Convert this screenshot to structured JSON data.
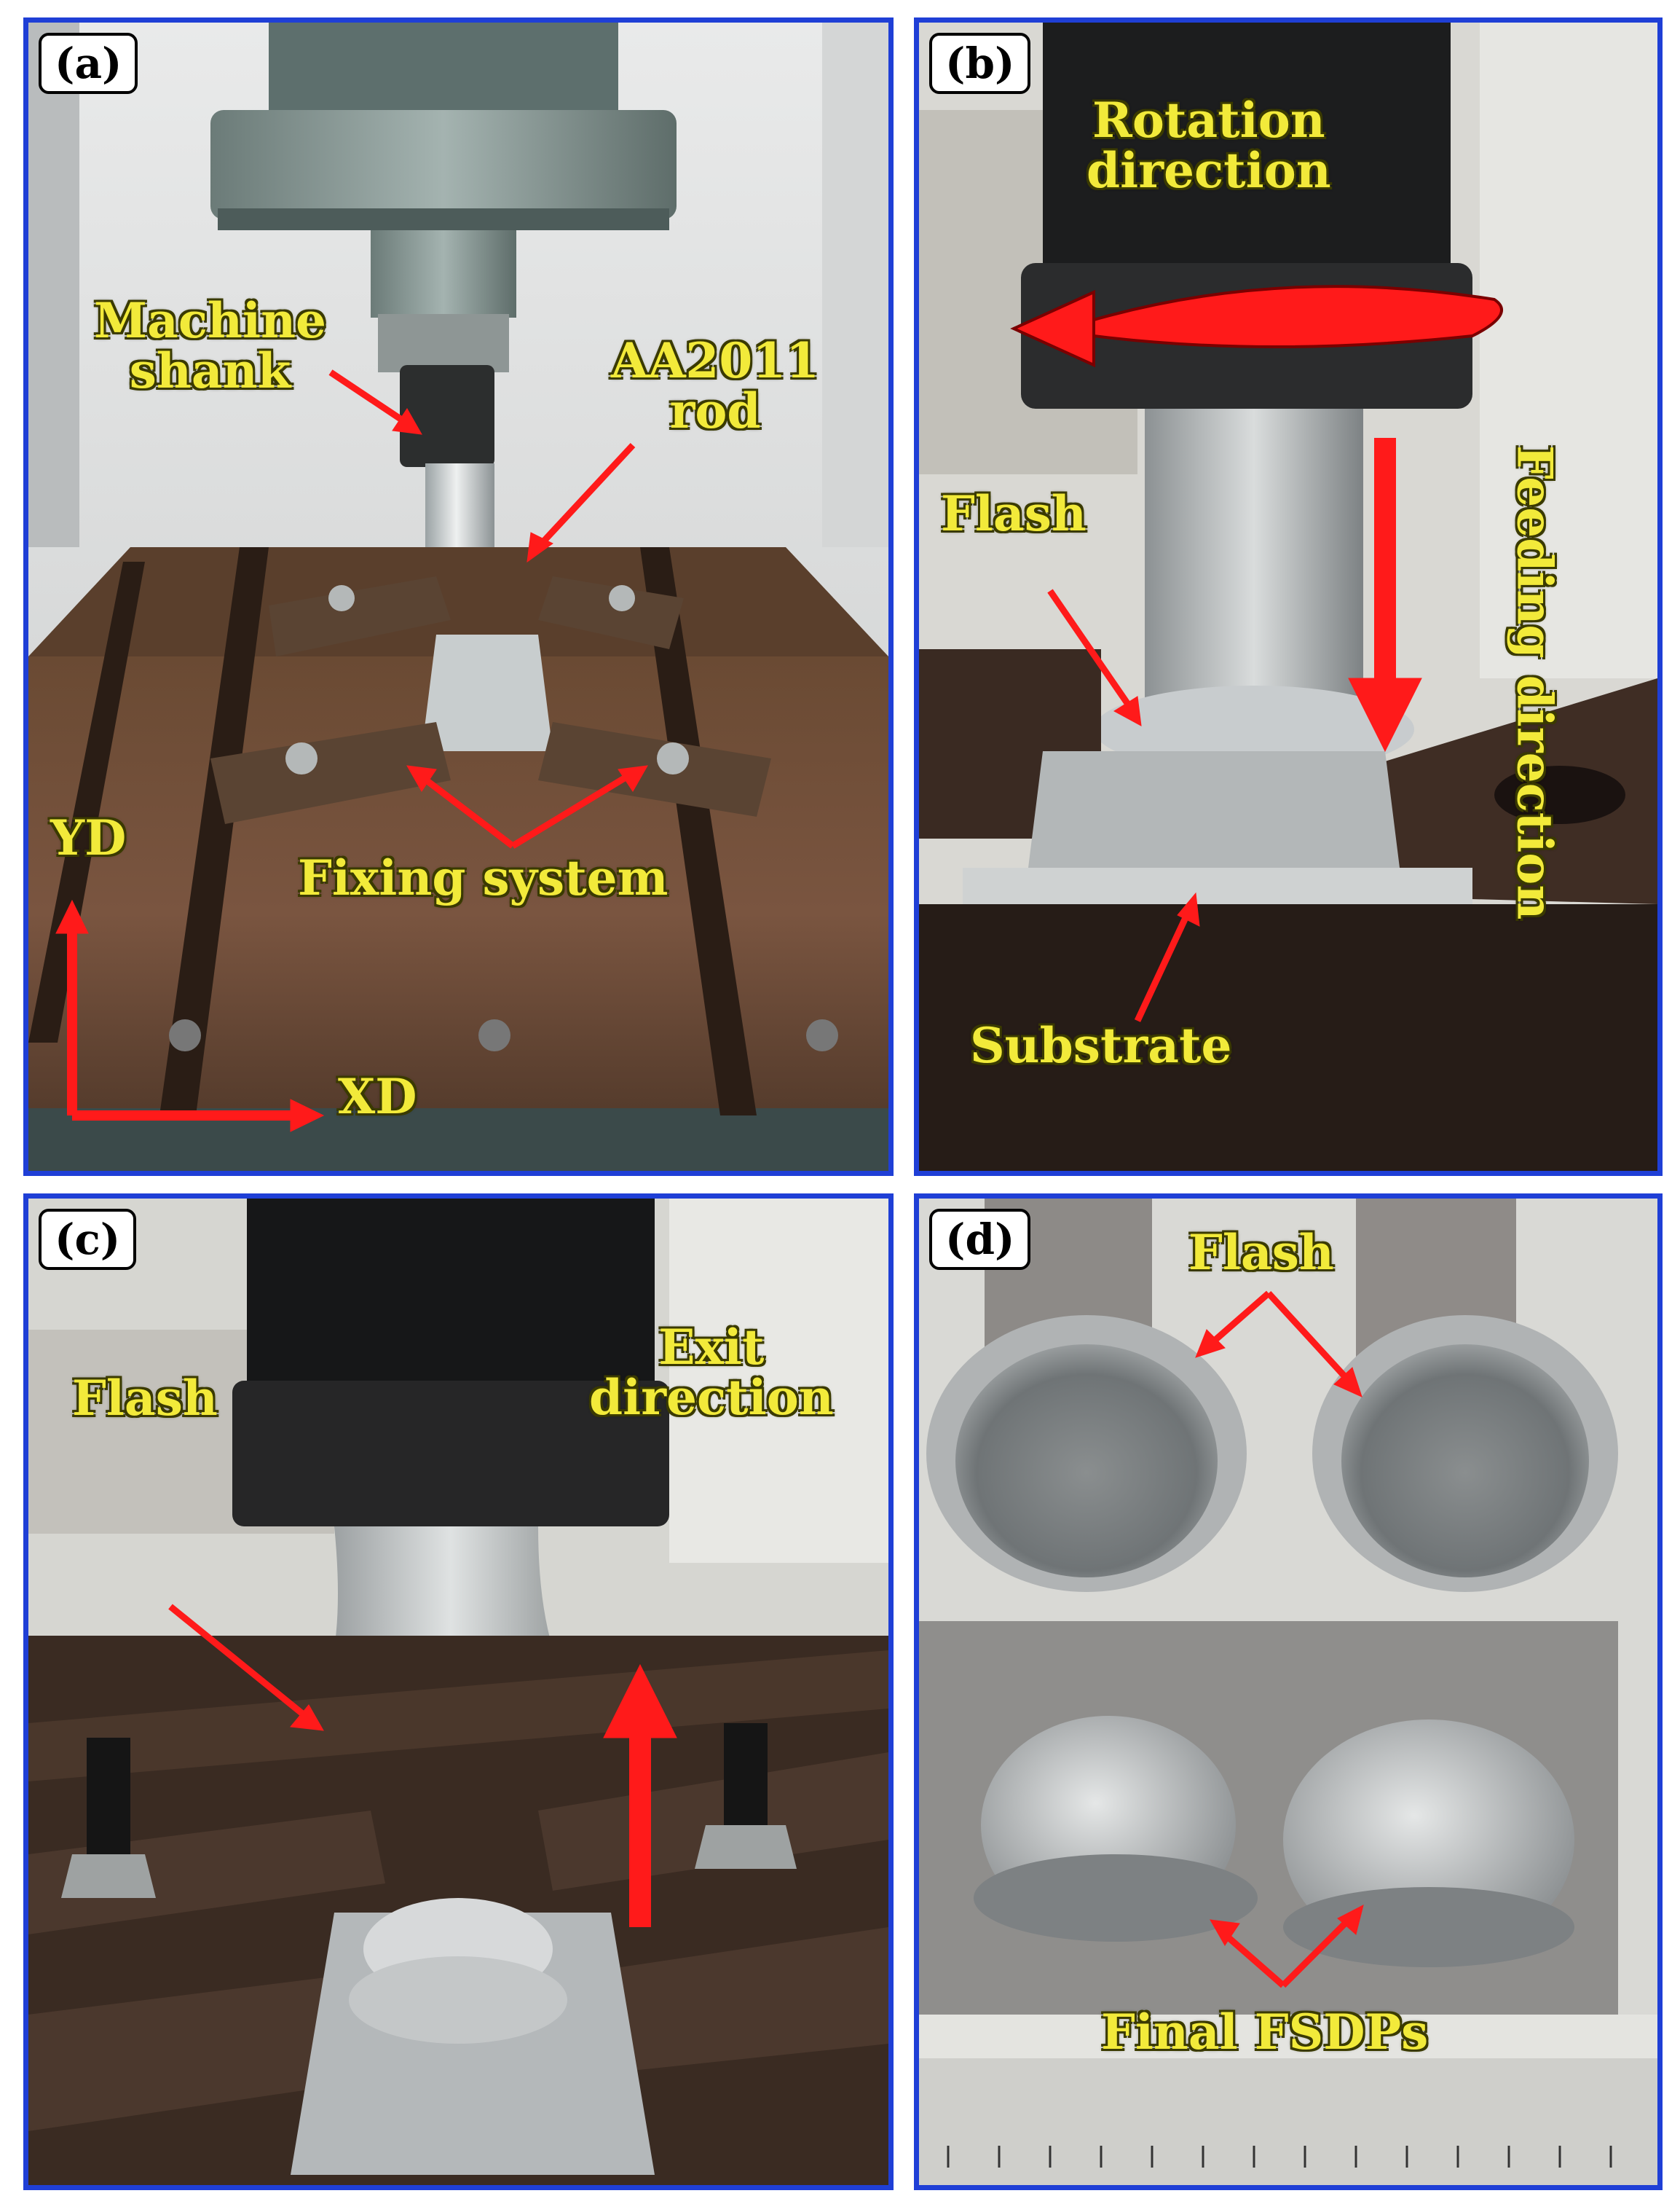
{
  "colors": {
    "frame": "#1f3fd6",
    "label_text": "#f2ea3a",
    "arrow": "#ff1a1a"
  },
  "panels": {
    "a": {
      "tag": "(a)",
      "labels": {
        "machine_shank": [
          "Machine",
          "shank"
        ],
        "rod": [
          "AA2011",
          "rod"
        ],
        "fixing_system": "Fixing system",
        "yd": "YD",
        "xd": "XD"
      }
    },
    "b": {
      "tag": "(b)",
      "labels": {
        "rotation": [
          "Rotation",
          "direction"
        ],
        "feeding": [
          "Feeding",
          "direction"
        ],
        "flash": "Flash",
        "substrate": "Substrate"
      }
    },
    "c": {
      "tag": "(c)",
      "labels": {
        "flash": "Flash",
        "exit": [
          "Exit",
          "direction"
        ]
      }
    },
    "d": {
      "tag": "(d)",
      "labels": {
        "flash": "Flash",
        "final": "Final FSDPs"
      }
    }
  }
}
